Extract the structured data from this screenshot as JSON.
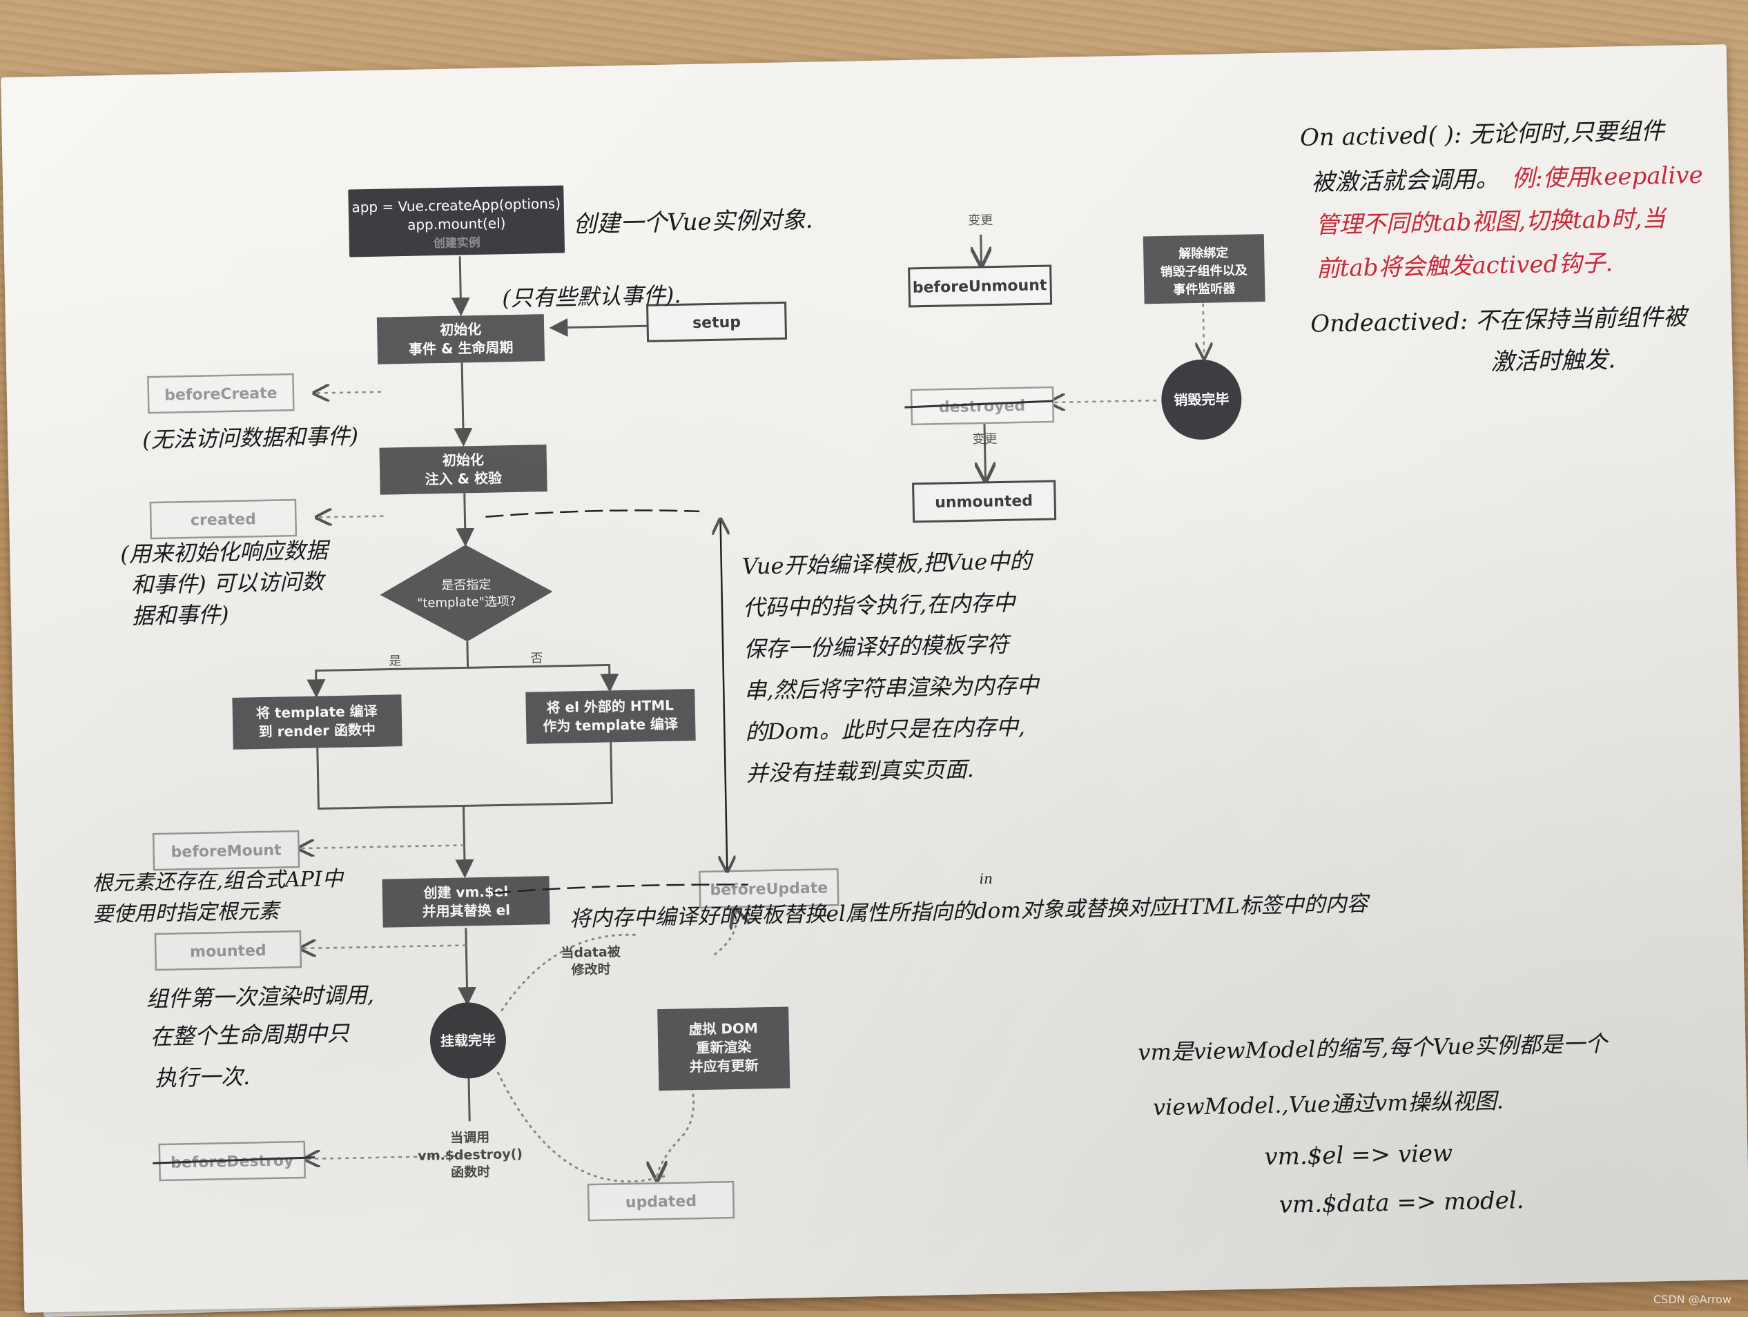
{
  "diagram": {
    "create_node": {
      "line1": "app = Vue.createApp(options)",
      "line2": "app.mount(el)",
      "line3": "创建实例"
    },
    "init_events": {
      "line1": "初始化",
      "line2": "事件 & 生命周期"
    },
    "setup": "setup",
    "before_create": "beforeCreate",
    "init_inject": {
      "line1": "初始化",
      "line2": "注入 & 校验"
    },
    "created": "created",
    "decision": {
      "line1": "是否指定",
      "line2": "\"template\"选项?"
    },
    "yes_label": "是",
    "no_label": "否",
    "compile_template": {
      "line1": "将 template 编译",
      "line2": "到 render 函数中"
    },
    "compile_el": {
      "line1": "将 el 外部的 HTML",
      "line2": "作为 template 编译"
    },
    "before_mount": "beforeMount",
    "create_el": {
      "line1": "创建 vm.$el",
      "line2": "并用其替换 el"
    },
    "mounted": "mounted",
    "before_update": "beforeUpdate",
    "data_changed": {
      "line1": "当data被",
      "line2": "修改时"
    },
    "mounted_done": "挂载完毕",
    "virtual_dom": {
      "line1": "虚拟 DOM",
      "line2": "重新渲染",
      "line3": "并应有更新"
    },
    "call_destroy": {
      "line1": "当调用",
      "line2": "vm.$destroy()",
      "line3": "函数时"
    },
    "before_destroy": "beforeDestroy",
    "updated": "updated",
    "change_label_1": "变更",
    "before_unmount": "beforeUnmount",
    "unbind": {
      "line1": "解除绑定",
      "line2": "销毁子组件以及",
      "line3": "事件监听器"
    },
    "destroyed": "destroyed",
    "destroy_done": "销毁完毕",
    "change_label_2": "变更",
    "unmounted": "unmounted"
  },
  "notes": {
    "create_instance": "创建一个Vue实例对象.",
    "only_default": "(只有些默认事件).",
    "before_create_note": "(无法访问数据和事件)",
    "created_note": {
      "line1": "(用来初始化响应数据",
      "line2": "和事件) 可以访问数",
      "line3": "据和事件)"
    },
    "compile_note": {
      "line1": "Vue开始编译模板,把Vue中的",
      "line2": "代码中的指令执行,在内存中",
      "line3": "保存一份编译好的模板字符",
      "line4": "串,然后将字符串渲染为内存中",
      "line5": "的Dom。此时只是在内存中,",
      "line6": "并没有挂载到真实页面."
    },
    "replace_note": "将内存中编译好的模板替换el属性所指向的dom对象或替换对应HTML标签中的内容",
    "in_mark": "in",
    "before_mount_note": {
      "line1": "根元素还存在,组合式API中",
      "line2": "要使用时指定根元素"
    },
    "mounted_note": {
      "line1": "组件第一次渲染时调用,",
      "line2": "在整个生命周期中只",
      "line3": "执行一次."
    },
    "activated": {
      "line1": "On actived( ): 无论何时,只要组件",
      "line2_black": "被激活就会调用。",
      "line2_red": "例:使用keepalive",
      "line3": "管理不同的tab视图,切换tab时,当",
      "line4": "前tab将会触发actived钩子."
    },
    "deactivated": {
      "line1": "Ondeactived: 不在保持当前组件被",
      "line2": "激活时触发."
    },
    "vm": {
      "line1": "vm是viewModel的缩写,每个Vue实例都是一个",
      "line2": "viewModel.,Vue通过vm操纵视图.",
      "line3": "vm.$el => view",
      "line4": "vm.$data => model."
    }
  },
  "watermark": "CSDN @Arrow",
  "colors": {
    "dark_node": "#5a5a5c",
    "black_node": "#3e3e42",
    "red_ink": "#c8283a",
    "ink": "#1a1a1c"
  }
}
